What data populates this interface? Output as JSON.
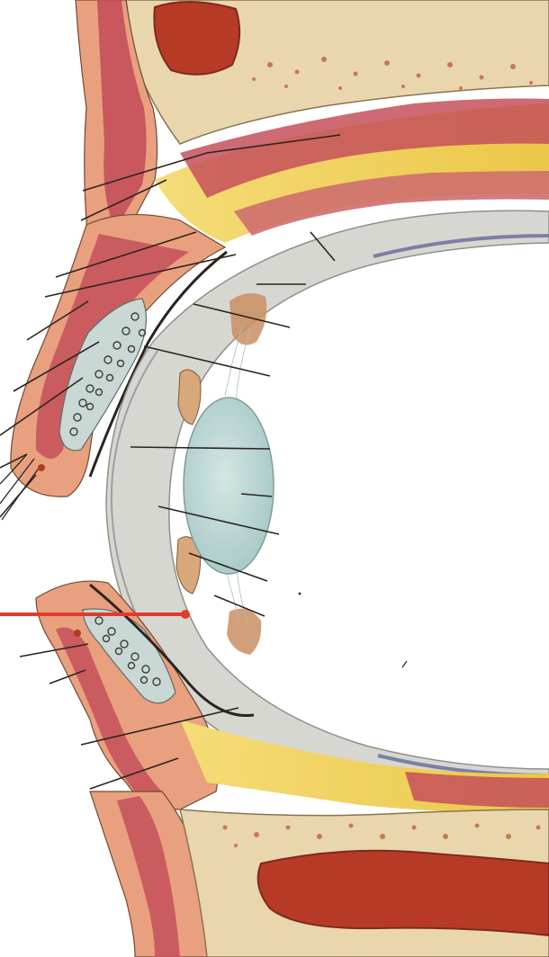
{
  "figure": {
    "subject": "sagittal-section-eye-orbit-illustration",
    "unlabeled_leader_lines": 23,
    "highlighted_pointer": "red-pointer-line"
  },
  "colors": {
    "background": "#ffffff",
    "bone": "#eedcb4",
    "bone_marrow": "#c67a4e",
    "fat": "#f2d35f",
    "muscle": "#c4505a",
    "skin": "#e69a7a",
    "sclera": "#d6d7d0",
    "choroid": "#7d7ea6",
    "lens": "#bcd7d6",
    "sinus": "#b63a26",
    "leader": "#2b2420",
    "pointer": "#e23a2c"
  }
}
